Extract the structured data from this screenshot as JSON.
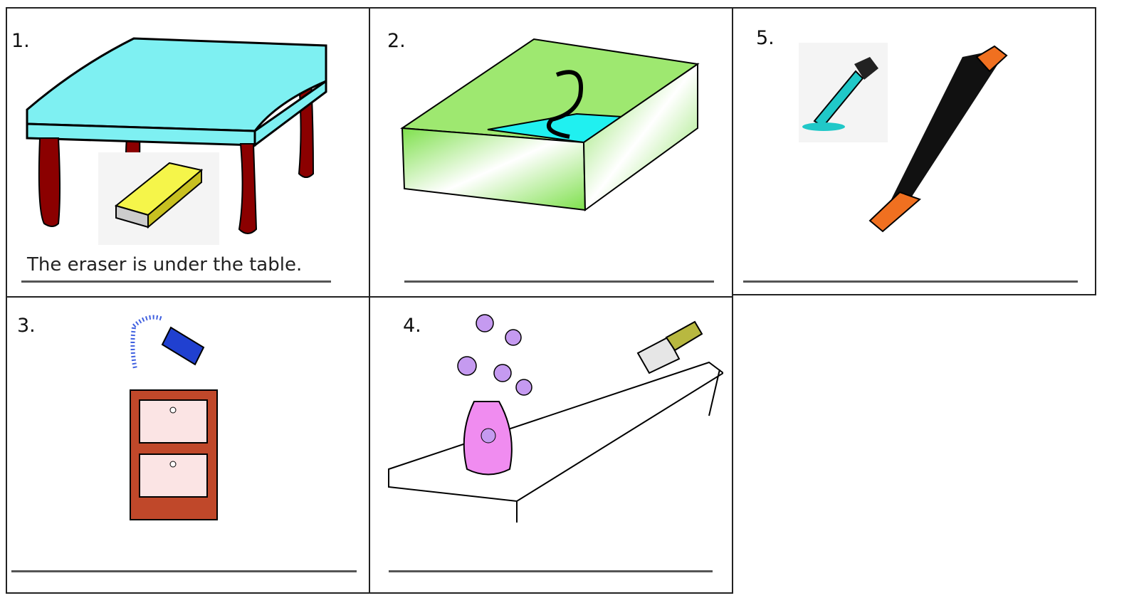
{
  "worksheet": {
    "cells": [
      {
        "number": "1.",
        "sentence": "The eraser is under the table.",
        "icon": "table-with-eraser-icon"
      },
      {
        "number": "2.",
        "sentence": "",
        "icon": "box-with-number-two-icon"
      },
      {
        "number": "5.",
        "sentence": "",
        "icon": "dropper-and-pen-icon"
      },
      {
        "number": "3.",
        "sentence": "",
        "icon": "spray-can-and-cabinet-icon"
      },
      {
        "number": "4.",
        "sentence": "",
        "icon": "vase-paintbrush-shelf-icon"
      }
    ]
  },
  "colors": {
    "table_top": "#7ef0f2",
    "table_legs": "#8b0000",
    "eraser_yellow": "#f5f54a",
    "box_green": "#7ee04c",
    "box_inner": "#20f0f0",
    "pen_orange": "#f07020",
    "cabinet_red": "#c0482a",
    "vase_pink": "#f08cf0",
    "flower_purple": "#c59af0"
  }
}
